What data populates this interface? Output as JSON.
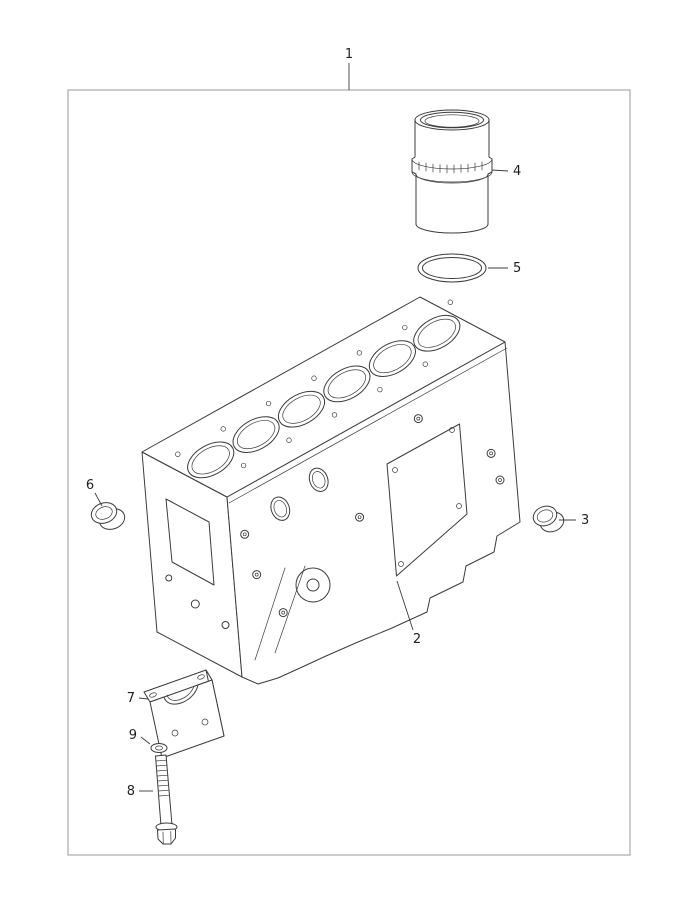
{
  "colors": {
    "background": "#ffffff",
    "frame": "#a9a9a9",
    "line": "#3c3c3c",
    "callout_text": "#1f1f1f"
  },
  "callouts": {
    "assembly": "1",
    "cylinder_block": "2",
    "cup_plug_right": "3",
    "cylinder_liner": "4",
    "o_ring": "5",
    "cup_plug_left": "6",
    "bearing_cap": "7",
    "bolt": "8",
    "washer": "9"
  }
}
